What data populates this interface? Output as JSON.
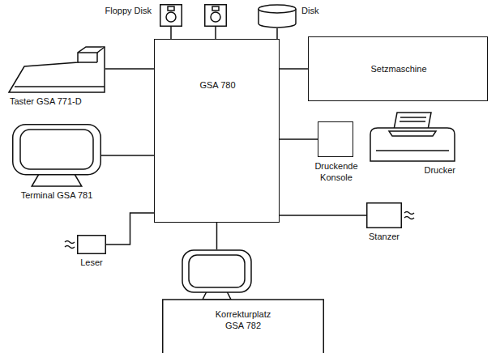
{
  "diagram": {
    "nodes": [
      {
        "text": [
          "Floppy Disk"
        ]
      },
      {
        "text": [
          "Disk"
        ]
      },
      {
        "text": [
          "Taster GSA 771-D"
        ]
      },
      {
        "text": [
          "GSA 780"
        ]
      },
      {
        "text": [
          "Setzmaschine"
        ]
      },
      {
        "text": [
          "Terminal GSA 781"
        ]
      },
      {
        "text": [
          "Druckende Konsole"
        ]
      },
      {
        "text": [
          "Drucker"
        ]
      },
      {
        "text": [
          "Stanzer"
        ]
      },
      {
        "text": [
          "Leser"
        ]
      },
      {
        "text": [
          "Korrekturplatz GSA 782"
        ]
      }
    ],
    "edges": [
      {
        "from": 3,
        "to": 0,
        "arrow": "none"
      },
      {
        "from": 3,
        "to": 1,
        "arrow": "none"
      },
      {
        "from": 2,
        "to": 3,
        "arrow": "none"
      },
      {
        "from": 3,
        "to": 4,
        "arrow": "none"
      },
      {
        "from": 5,
        "to": 3,
        "arrow": "none"
      },
      {
        "from": 3,
        "to": 6,
        "arrow": "none"
      },
      {
        "from": 3,
        "to": 8,
        "arrow": "none"
      },
      {
        "from": 9,
        "to": 3,
        "arrow": "none"
      },
      {
        "from": 3,
        "to": 10,
        "arrow": "none"
      }
    ]
  }
}
